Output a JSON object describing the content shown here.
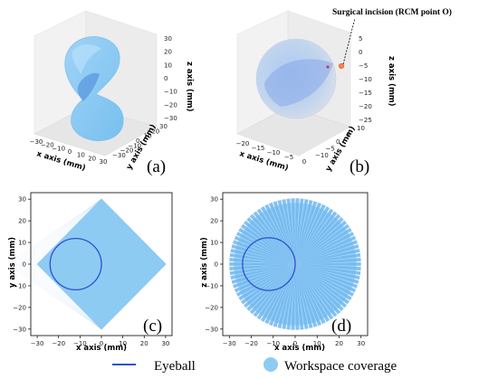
{
  "colors": {
    "eyeball": "#2f4fd0",
    "workspace": "#8ecbf3",
    "workspace_dark": "#6fb6ee",
    "rcm_point": "#ff7f50",
    "frame": "#000000"
  },
  "legend": {
    "eyeball": "Eyeball",
    "workspace": "Workspace coverage"
  },
  "annotation": "Surgical incision (RCM point O)",
  "chart_data": [
    {
      "id": "a",
      "panel_label": "(a)",
      "type": "3d-surface",
      "xlabel": "x axis (mm)",
      "ylabel": "y axis (mm)",
      "zlabel": "z axis (mm)",
      "xticks": [
        "−30",
        "−20",
        "−10",
        "0",
        "10",
        "20",
        "30"
      ],
      "yticks": [
        "−30",
        "−20",
        "−10",
        "0",
        "10",
        "20",
        "30"
      ],
      "zticks": [
        "30",
        "20",
        "10",
        "0",
        "−10",
        "−20",
        "−30"
      ],
      "xlim": [
        -30,
        30
      ],
      "ylim": [
        -30,
        30
      ],
      "zlim": [
        -30,
        30
      ]
    },
    {
      "id": "b",
      "panel_label": "(b)",
      "type": "3d-sphere",
      "xlabel": "x axis (mm)",
      "ylabel": "y axis (mm)",
      "zlabel": "z axis (mm)",
      "xticks": [
        "−20",
        "−15",
        "−10",
        "−5",
        "0"
      ],
      "yticks": [
        "−10",
        "−5",
        "0",
        "5",
        "10"
      ],
      "zticks": [
        "5",
        "0",
        "−5",
        "−10",
        "−15",
        "−20",
        "−25"
      ],
      "xlim": [
        -22,
        0
      ],
      "ylim": [
        -12,
        12
      ],
      "zlim": [
        -25,
        5
      ],
      "eyeball_radius": 12
    },
    {
      "id": "c",
      "panel_label": "(c)",
      "type": "scatter",
      "xlabel": "x axis (mm)",
      "ylabel": "y axis (mm)",
      "xticks": [
        "−30",
        "−20",
        "−10",
        "0",
        "10",
        "20",
        "30"
      ],
      "yticks": [
        "30",
        "20",
        "10",
        "0",
        "−10",
        "−20",
        "−30"
      ],
      "xlim": [
        -33,
        33
      ],
      "ylim": [
        -33,
        33
      ],
      "eyeball_circle": {
        "cx": -12,
        "cy": 0,
        "r": 12
      },
      "workspace_diamond": [
        [
          0,
          30
        ],
        [
          30,
          0
        ],
        [
          0,
          -30
        ],
        [
          -30,
          0
        ]
      ]
    },
    {
      "id": "d",
      "panel_label": "(d)",
      "type": "scatter",
      "xlabel": "x axis (mm)",
      "ylabel": "z axis (mm)",
      "xticks": [
        "−30",
        "−20",
        "−10",
        "0",
        "10",
        "20",
        "30"
      ],
      "yticks": [
        "30",
        "20",
        "10",
        "0",
        "−10",
        "−20",
        "−30"
      ],
      "xlim": [
        -33,
        33
      ],
      "ylim": [
        -33,
        33
      ],
      "eyeball_circle": {
        "cx": -12,
        "cy": 0,
        "r": 12
      },
      "workspace_circle": {
        "cx": 0,
        "cy": 0,
        "r": 30,
        "spokes": 90
      }
    }
  ]
}
